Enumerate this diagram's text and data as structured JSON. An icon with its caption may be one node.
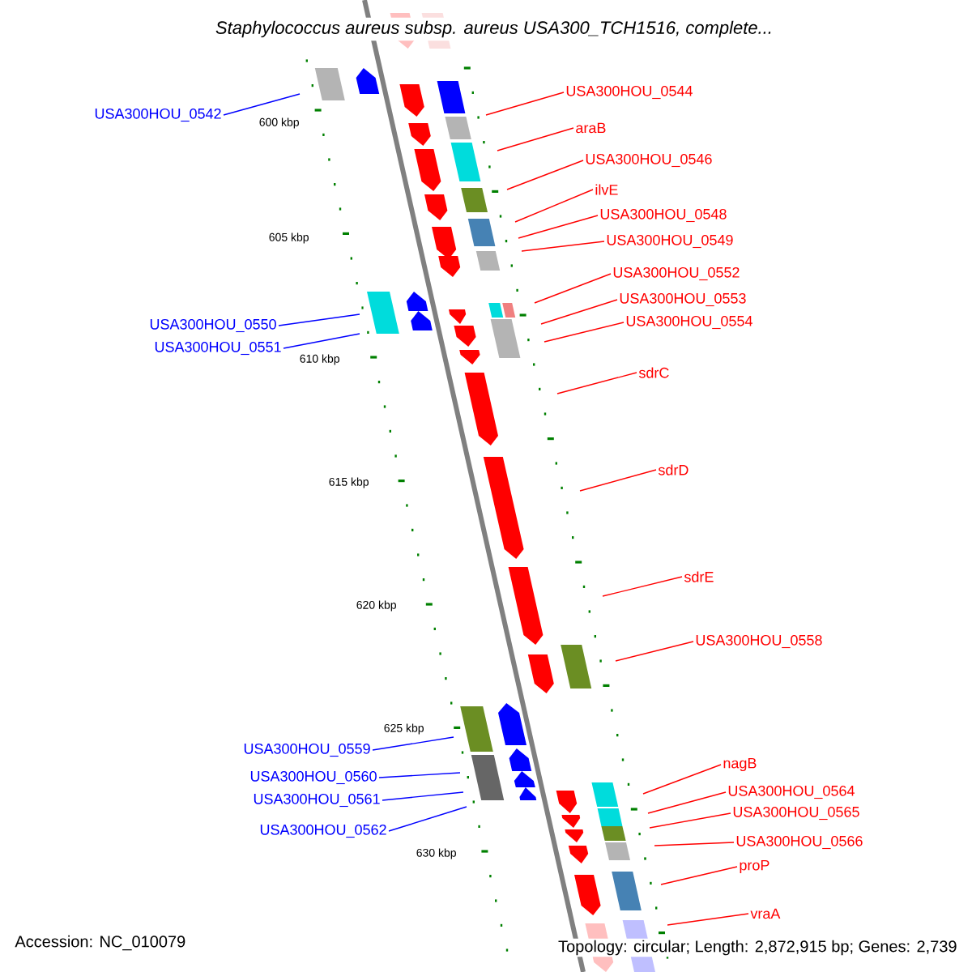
{
  "diagram": {
    "title": "Staphylococcus aureus subsp. aureus USA300_TCH1516, complete...",
    "nodes": [
      {
        "text": [
          "USA300HOU_0544"
        ]
      },
      {
        "text": [
          "USA300HOU_0542"
        ]
      },
      {
        "text": [
          "araB"
        ]
      },
      {
        "text": [
          "USA300HOU_0546"
        ]
      },
      {
        "text": [
          "ilvE"
        ]
      },
      {
        "text": [
          "USA300HOU_0548"
        ]
      },
      {
        "text": [
          "USA300HOU_0549"
        ]
      },
      {
        "text": [
          "USA300HOU_0552"
        ]
      },
      {
        "text": [
          "USA300HOU_0553"
        ]
      },
      {
        "text": [
          "USA300HOU_0554"
        ]
      },
      {
        "text": [
          "USA300HOU_0550"
        ]
      },
      {
        "text": [
          "USA300HOU_0551"
        ]
      },
      {
        "text": [
          "sdrC"
        ]
      },
      {
        "text": [
          "sdrD"
        ]
      },
      {
        "text": [
          "sdrE"
        ]
      },
      {
        "text": [
          "USA300HOU_0558"
        ]
      },
      {
        "text": [
          "USA300HOU_0559"
        ]
      },
      {
        "text": [
          "USA300HOU_0560"
        ]
      },
      {
        "text": [
          "USA300HOU_0561"
        ]
      },
      {
        "text": [
          "nagB"
        ]
      },
      {
        "text": [
          "USA300HOU_0564"
        ]
      },
      {
        "text": [
          "USA300HOU_0565"
        ]
      },
      {
        "text": [
          "USA300HOU_0562"
        ]
      },
      {
        "text": [
          "USA300HOU_0566"
        ]
      },
      {
        "text": [
          "proP"
        ]
      },
      {
        "text": [
          "vraA"
        ]
      }
    ],
    "edges": [
      {
        "from": 0,
        "to": null,
        "arrow": "none"
      },
      {
        "from": 1,
        "to": null,
        "arrow": "none",
        "color": "#0000ff"
      },
      {
        "from": 2,
        "to": null,
        "arrow": "none"
      },
      {
        "from": 3,
        "to": null,
        "arrow": "none"
      },
      {
        "from": 4,
        "to": null,
        "arrow": "none"
      },
      {
        "from": 5,
        "to": null,
        "arrow": "none"
      },
      {
        "from": 6,
        "to": null,
        "arrow": "none"
      },
      {
        "from": 7,
        "to": null,
        "arrow": "none"
      },
      {
        "from": 8,
        "to": null,
        "arrow": "none"
      },
      {
        "from": 9,
        "to": null,
        "arrow": "none"
      },
      {
        "from": 10,
        "to": null,
        "arrow": "none",
        "color": "#0000ff"
      },
      {
        "from": 11,
        "to": null,
        "arrow": "none",
        "color": "#0000ff"
      },
      {
        "from": 12,
        "to": null,
        "arrow": "none"
      },
      {
        "from": 13,
        "to": null,
        "arrow": "none"
      },
      {
        "from": 14,
        "to": null,
        "arrow": "none"
      },
      {
        "from": 15,
        "to": null,
        "arrow": "none"
      },
      {
        "from": 16,
        "to": null,
        "arrow": "none",
        "color": "#0000ff"
      },
      {
        "from": 17,
        "to": null,
        "arrow": "none",
        "color": "#0000ff"
      },
      {
        "from": 18,
        "to": null,
        "arrow": "none",
        "color": "#0000ff"
      },
      {
        "from": 19,
        "to": null,
        "arrow": "none"
      },
      {
        "from": 20,
        "to": null,
        "arrow": "none"
      },
      {
        "from": 21,
        "to": null,
        "arrow": "none"
      },
      {
        "from": 22,
        "to": null,
        "arrow": "none",
        "color": "#0000ff"
      },
      {
        "from": 23,
        "to": null,
        "arrow": "none"
      },
      {
        "from": 24,
        "to": null,
        "arrow": "none"
      },
      {
        "from": 25,
        "to": null,
        "arrow": "none"
      }
    ],
    "labels": [
      "600 kbp",
      "605 kbp",
      "610 kbp",
      "615 kbp",
      "620 kbp",
      "625 kbp",
      "630 kbp",
      "Accession: NC_010079",
      "Topology: circular; Length: 2,872,915 bp; Genes: 2,739"
    ]
  }
}
